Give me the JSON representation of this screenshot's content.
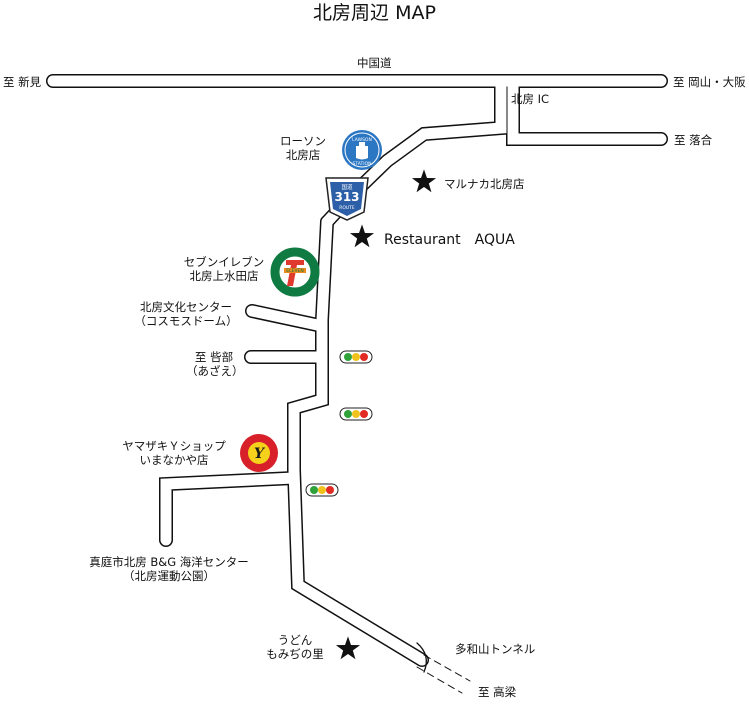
{
  "title": "北房周辺 MAP",
  "roads": {
    "expressway": "中国道",
    "west": "至 新見",
    "east": "至 岡山・大阪",
    "ic": "北房 IC",
    "ochiai": "至 落合",
    "minabe_1": "至 呰部",
    "minabe_2": "（あざえ）",
    "takahashi": "至 高梁",
    "tunnel": "多和山トンネル",
    "route_number": "313",
    "route_top": "国道",
    "route_bottom": "ROUTE"
  },
  "places": {
    "lawson_1": "ローソン",
    "lawson_2": "北房店",
    "marunaka": "マルナカ北房店",
    "aqua": "Restaurant　AQUA",
    "seven_1": "セブンイレブン",
    "seven_2": "北房上水田店",
    "bunka_1": "北房文化センター",
    "bunka_2": "（コスモスドーム）",
    "yamazaki_1": "ヤマザキＹショップ",
    "yamazaki_2": "いまなかや店",
    "kaiyo_1": "真庭市北房 B&G 海洋センター",
    "kaiyo_2": "（北房運動公園）",
    "udon_1": "うどん",
    "udon_2": "もみぢの里"
  },
  "logos": {
    "lawson_top": "LAWSON",
    "lawson_bottom": "STATION",
    "seven_text": "ELEVEN",
    "yamazaki_mark": "Y"
  },
  "colors": {
    "lawson_blue": "#2b77c3",
    "route_blue": "#2d5fa8",
    "seven_green": "#0f7a42",
    "seven_orange": "#ef8a1f",
    "seven_red": "#e03a2f",
    "yamazaki_red": "#d8202a",
    "yamazaki_yellow": "#f6d11b",
    "signal_green": "#2fa23a",
    "signal_yellow": "#f1c21b",
    "signal_red": "#e12a22"
  },
  "icons": {
    "landmark": "star-icon",
    "signal": "traffic-light-icon"
  }
}
